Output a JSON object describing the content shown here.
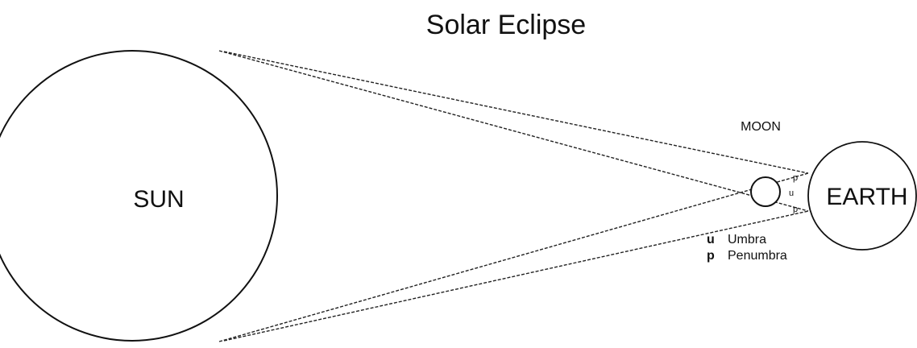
{
  "title": "Solar Eclipse",
  "bodies": {
    "sun": "SUN",
    "moon": "MOON",
    "earth": "EARTH"
  },
  "zones": {
    "penumbra_upper": "p",
    "umbra": "u",
    "penumbra_lower": "p"
  },
  "legend": [
    {
      "key": "u",
      "label": "Umbra"
    },
    {
      "key": "p",
      "label": "Penumbra"
    }
  ]
}
